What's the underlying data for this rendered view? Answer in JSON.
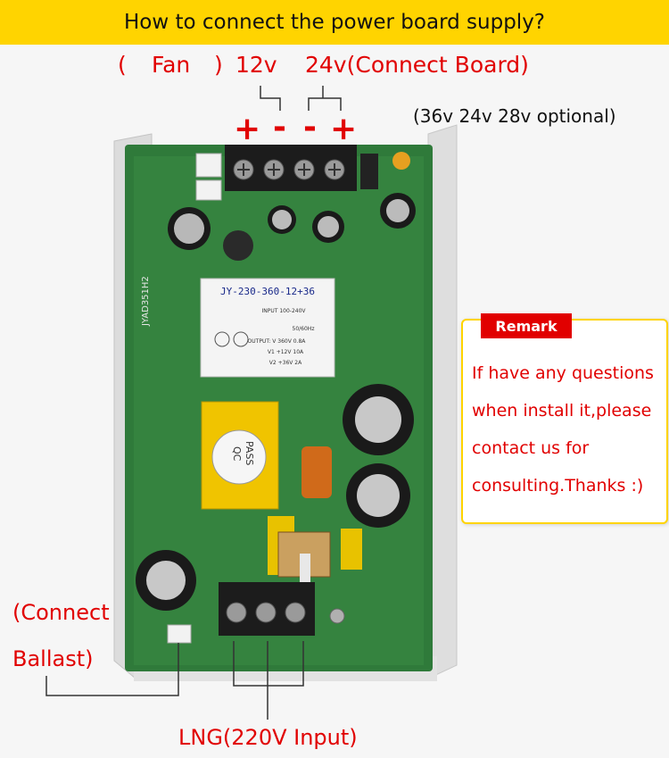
{
  "header": {
    "title": "How to connect the power board supply?"
  },
  "top_labels": {
    "fan_open": "(",
    "fan": "Fan",
    "fan_close": ")",
    "v12": "12v",
    "v24": "24v(Connect Board)",
    "optional": "(36v 24v 28v optional)"
  },
  "polarity": {
    "p1": "+",
    "m1": "-",
    "m2": "-",
    "p2": "+"
  },
  "left_labels": {
    "line1": "(Connect",
    "line2": "Ballast)"
  },
  "bottom_label": "LNG(220V Input)",
  "remark": {
    "tab": "Remark",
    "lines": [
      "If have any questions",
      "when install it,please",
      "contact us for",
      "consulting.Thanks :)"
    ]
  },
  "board_text": {
    "chip_label": "JY-230-360-12+36",
    "input": "INPUT 100-240V",
    "freq": "50/60Hz",
    "output": "OUTPUT: V   360V  0.8A",
    "v1": "V1 +12V  10A",
    "v2": "V2 +36V  2A",
    "pass1": "QC",
    "pass2": "PASS",
    "side_print": "JYAD351H2"
  },
  "colors": {
    "accent_yellow": "#ffd400",
    "accent_red": "#e10000",
    "pcb_green": "#2f7a3a"
  }
}
